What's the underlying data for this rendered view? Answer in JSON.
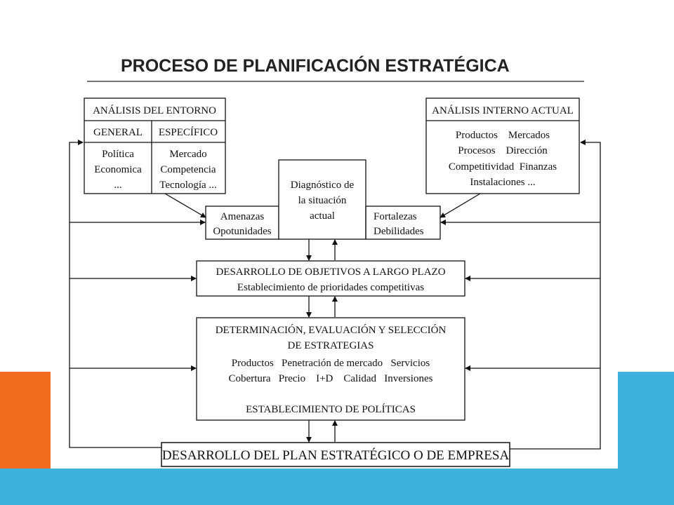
{
  "title": "PROCESO DE PLANIFICACIÓN ESTRATÉGICA",
  "entorno": {
    "header": "ANÁLISIS DEL ENTORNO",
    "col1_header": "GENERAL",
    "col2_header": "ESPECÍFICO",
    "col1_items": [
      "Política",
      "Economica",
      "..."
    ],
    "col2_items": [
      "Mercado",
      "Competencia",
      "Tecnología ..."
    ]
  },
  "interno": {
    "header": "ANÁLISIS INTERNO ACTUAL",
    "lines": [
      "Productos    Mercados",
      "Procesos    Dirección",
      "Competitividad  Finanzas",
      "Instalaciones ..."
    ]
  },
  "amenazas": [
    "Amenazas",
    "Opotunidades"
  ],
  "diagnostico": [
    "Diagnóstico de",
    "la situación",
    "actual"
  ],
  "fortalezas": [
    "Fortalezas",
    "Debilidades"
  ],
  "objetivos": [
    "DESARROLLO DE OBJETIVOS A LARGO PLAZO",
    "Establecimiento de prioridades competitivas"
  ],
  "estrategias": {
    "line1": "DETERMINACIÓN, EVALUACIÓN Y SELECCIÓN",
    "line2": "DE ESTRATEGIAS",
    "line3": "Productos   Penetración de mercado   Servicios",
    "line4": "Cobertura   Precio    I+D    Calidad   Inversiones",
    "line5": "ESTABLECIMIENTO DE POLÍTICAS"
  },
  "plan": "DESARROLLO DEL PLAN ESTRATÉGICO O DE EMPRESA",
  "colors": {
    "orange": "#f26b1f",
    "blue": "#3eb1df",
    "line": "#111111"
  }
}
